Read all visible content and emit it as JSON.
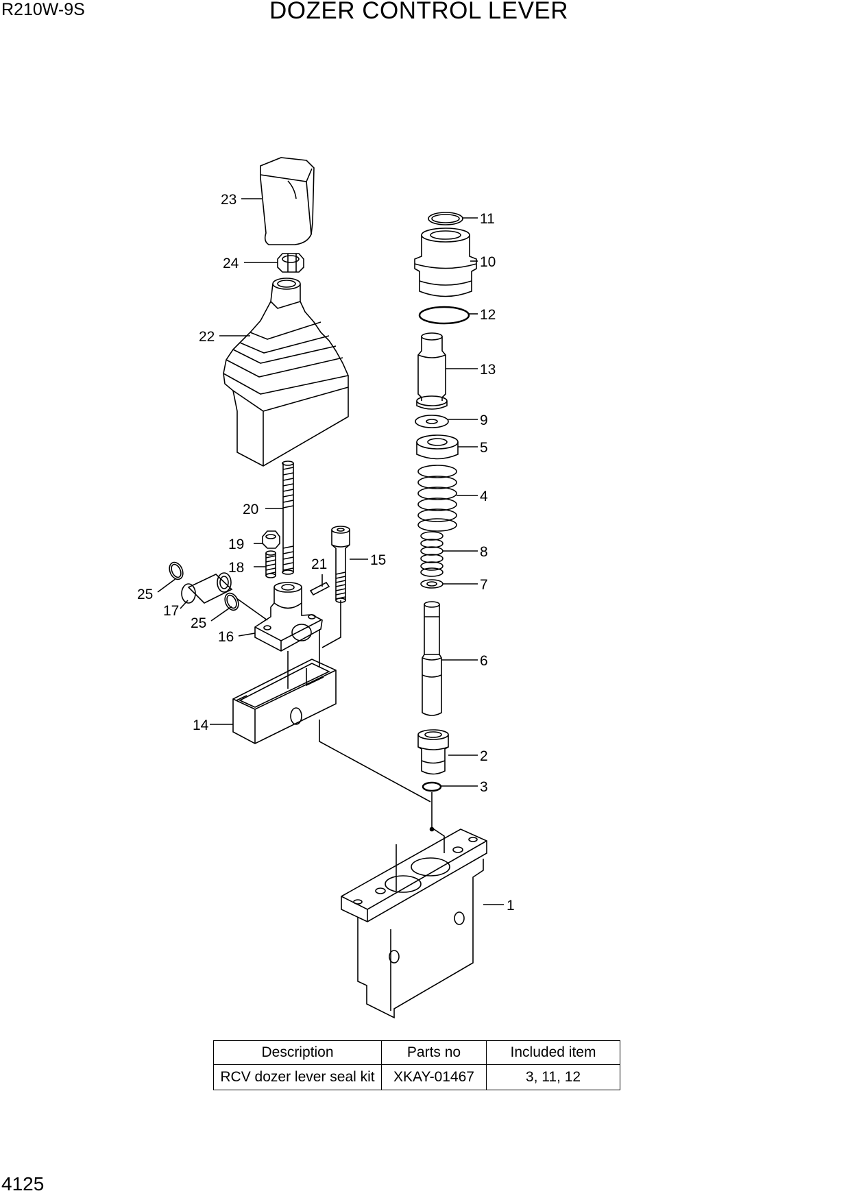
{
  "header": {
    "model": "R210W-9S",
    "title": "DOZER CONTROL LEVER"
  },
  "footer": {
    "page_number": "4125"
  },
  "callouts": [
    "1",
    "2",
    "3",
    "4",
    "5",
    "6",
    "7",
    "8",
    "9",
    "10",
    "11",
    "12",
    "13",
    "14",
    "15",
    "16",
    "17",
    "18",
    "19",
    "20",
    "21",
    "22",
    "23",
    "24",
    "25",
    "25"
  ],
  "kit_table": {
    "headers": [
      "Description",
      "Parts no",
      "Included item"
    ],
    "rows": [
      [
        "RCV dozer lever seal kit",
        "XKAY-01467",
        "3, 11, 12"
      ]
    ]
  }
}
